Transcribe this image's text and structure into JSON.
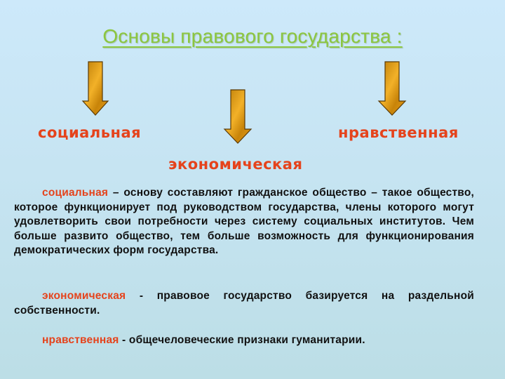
{
  "title": "Основы правового государства :",
  "keywords": {
    "social": "социальная",
    "economic": "экономическая",
    "moral": "нравственная"
  },
  "paragraphs": {
    "social": {
      "term": "социальная",
      "text": " – основу составляют гражданское общество – такое общество, которое функционирует под руководством государства, члены которого могут удовлетворить свои потребности через систему социальных институтов. Чем больше развито общество, тем больше возможность для функционирования демократических форм государства."
    },
    "economic": {
      "term": "экономическая",
      "text": " - правовое государство базируется на раздельной собственности."
    },
    "moral": {
      "term": "нравственная",
      "text": " - общечеловеческие признаки гуманитарии."
    }
  },
  "colors": {
    "title": "#8cc63f",
    "keyword": "#e5431c",
    "arrow": "#d4900f",
    "text": "#111111"
  }
}
